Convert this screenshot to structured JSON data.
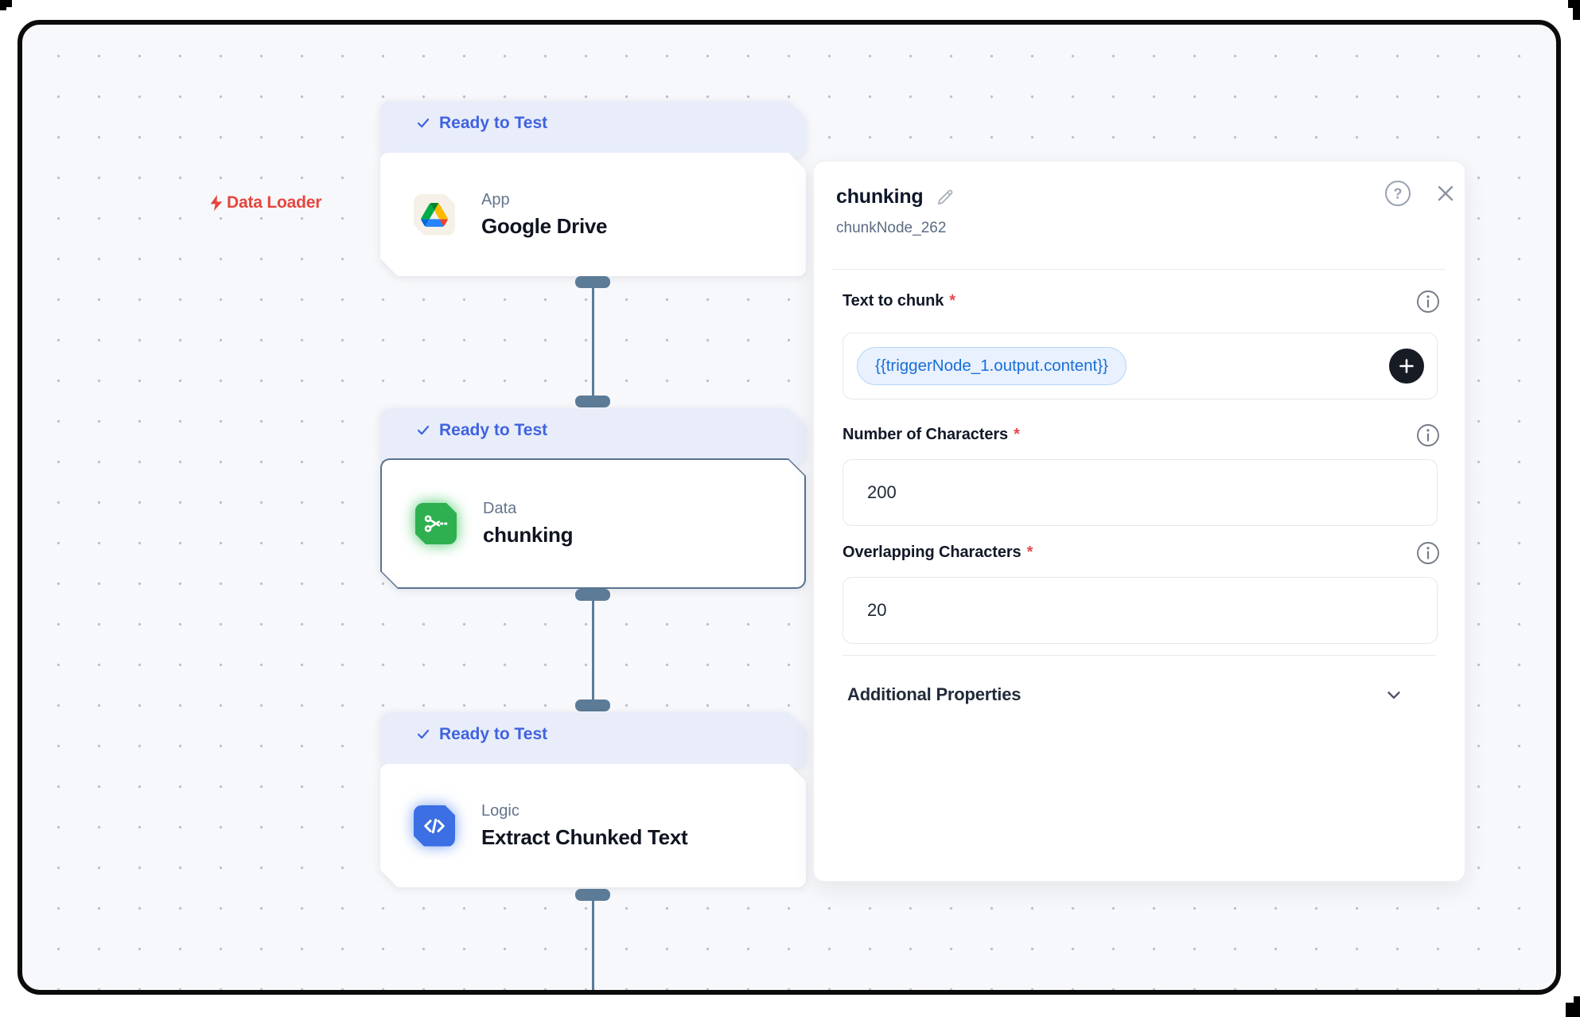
{
  "canvas": {
    "group_label": "Data Loader",
    "nodes": [
      {
        "status": "Ready to Test",
        "category": "App",
        "title": "Google Drive",
        "icon": "google-drive-icon"
      },
      {
        "status": "Ready to Test",
        "category": "Data",
        "title": "chunking",
        "icon": "scissors-icon"
      },
      {
        "status": "Ready to Test",
        "category": "Logic",
        "title": "Extract Chunked Text",
        "icon": "code-icon"
      }
    ]
  },
  "panel": {
    "title": "chunking",
    "node_id": "chunkNode_262",
    "required_marker": "*",
    "fields": [
      {
        "label": "Text to chunk",
        "required": true,
        "value": "{{triggerNode_1.output.content}}",
        "type": "variable-pill"
      },
      {
        "label": "Number of Characters",
        "required": true,
        "value": "200",
        "type": "text"
      },
      {
        "label": "Overlapping Characters",
        "required": true,
        "value": "20",
        "type": "text"
      }
    ],
    "additional_properties_label": "Additional Properties"
  },
  "colors": {
    "accent_blue": "#3f63de",
    "group_label_red": "#e5463d",
    "icon_green": "#2eb050",
    "icon_blue": "#3b6fe3",
    "connector": "#5c7b97",
    "pill_text": "#1a6fd8",
    "pill_bg": "#e8f1fd",
    "canvas_bg": "#f7f8fb"
  }
}
